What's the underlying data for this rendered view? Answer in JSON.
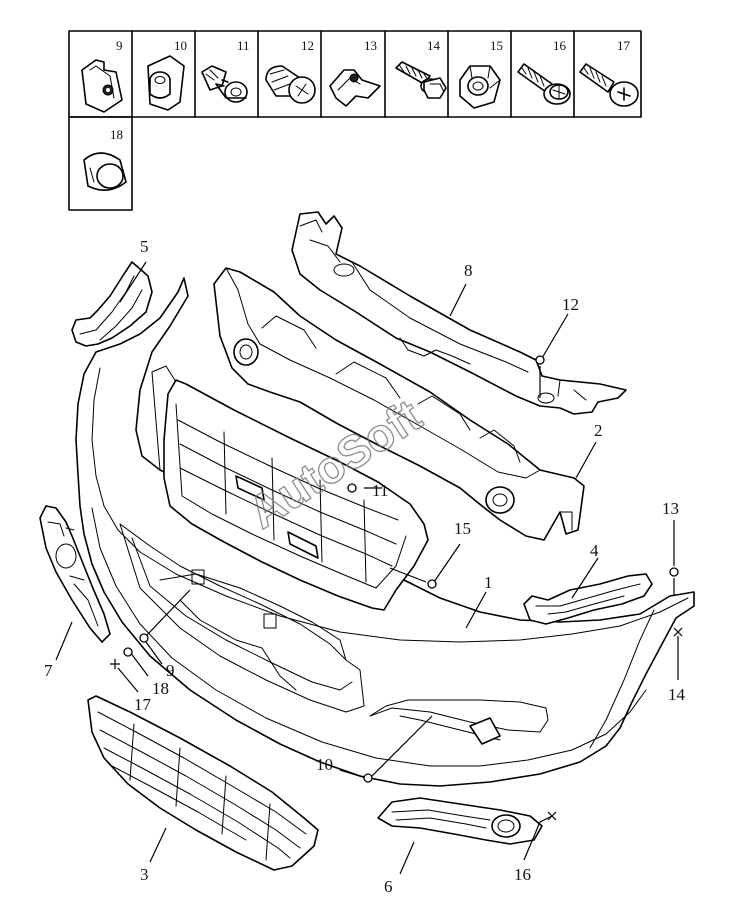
{
  "watermark": "AutoSoft",
  "legend": [
    {
      "num": "9",
      "icon": "clip-nut-icon"
    },
    {
      "num": "10",
      "icon": "plastic-nut-icon"
    },
    {
      "num": "11",
      "icon": "push-rivet-icon"
    },
    {
      "num": "12",
      "icon": "screw-rivet-icon"
    },
    {
      "num": "13",
      "icon": "speed-nut-icon"
    },
    {
      "num": "14",
      "icon": "flange-bolt-icon"
    },
    {
      "num": "15",
      "icon": "hex-nut-icon"
    },
    {
      "num": "16",
      "icon": "washer-screw-icon"
    },
    {
      "num": "17",
      "icon": "tapping-screw-icon"
    },
    {
      "num": "18",
      "icon": "rubber-bumper-icon"
    }
  ],
  "callouts": {
    "c1": "1",
    "c2": "2",
    "c3": "3",
    "c4": "4",
    "c5": "5",
    "c6": "6",
    "c7": "7",
    "c8": "8",
    "c9": "9",
    "c10": "10",
    "c11": "11",
    "c12": "12",
    "c13": "13",
    "c14": "14",
    "c15": "15",
    "c16": "16",
    "c17": "17",
    "c18": "18"
  }
}
